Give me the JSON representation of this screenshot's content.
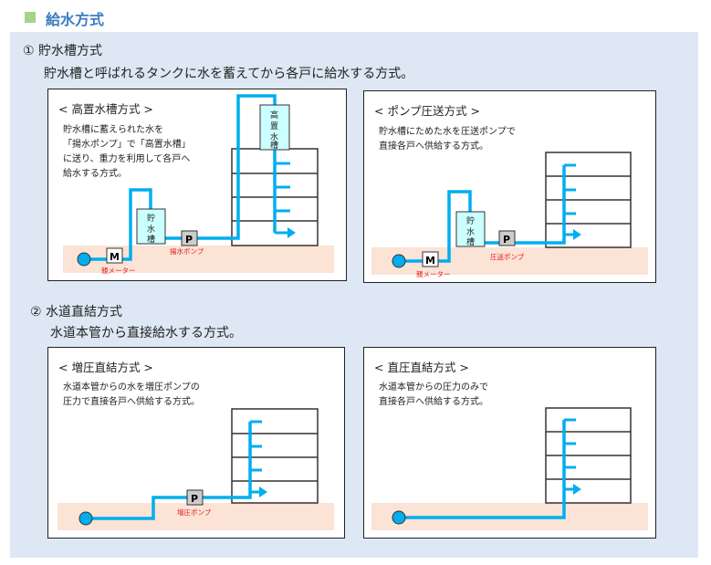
{
  "header": {
    "title": "給水方式"
  },
  "sections": [
    {
      "heading": "① 貯水槽方式",
      "lead": "貯水槽と呼ばれるタンクに水を蓄えてから各戸に給水する方式。"
    },
    {
      "heading": "② 水道直結方式",
      "lead": "水道本管から直接給水する方式。"
    }
  ],
  "diagrams": {
    "high_tank": {
      "title": "< 高置水槽方式 >",
      "desc": [
        "貯水槽に蓄えられた水を",
        "「揚水ポンプ」で「高置水槽」",
        "に送り、重力を利用して各戸へ",
        "給水する方式。"
      ],
      "roof_tank": [
        "高",
        "置",
        "水",
        "槽"
      ],
      "storage_tank": [
        "貯",
        "水",
        "槽"
      ],
      "pump": "P",
      "pump_label": "揚水ポンプ",
      "meter": "M",
      "meter_label": "親メーター"
    },
    "pump_feed": {
      "title": "< ポンプ圧送方式 >",
      "desc": [
        "貯水槽にためた水を圧送ポンプで",
        "直接各戸へ供給する方式。"
      ],
      "storage_tank": [
        "貯",
        "水",
        "槽"
      ],
      "pump": "P",
      "pump_label": "圧送ポンプ",
      "meter": "M",
      "meter_label": "親メーター"
    },
    "booster": {
      "title": "< 増圧直結方式 >",
      "desc": [
        "水道本管からの水を増圧ポンプの",
        "圧力で直接各戸へ供給する方式。"
      ],
      "pump": "P",
      "pump_label": "増圧ポンプ"
    },
    "direct": {
      "title": "< 直圧直結方式 >",
      "desc": [
        "水道本管からの圧力のみで",
        "直接各戸へ供給する方式。"
      ]
    }
  },
  "colors": {
    "pipe": "#00aeef",
    "ground": "#fbe3d6",
    "tank": "#ccffff",
    "pump": "#cccccc",
    "title": "#3b7dc4",
    "panel": "#dde8f4"
  }
}
